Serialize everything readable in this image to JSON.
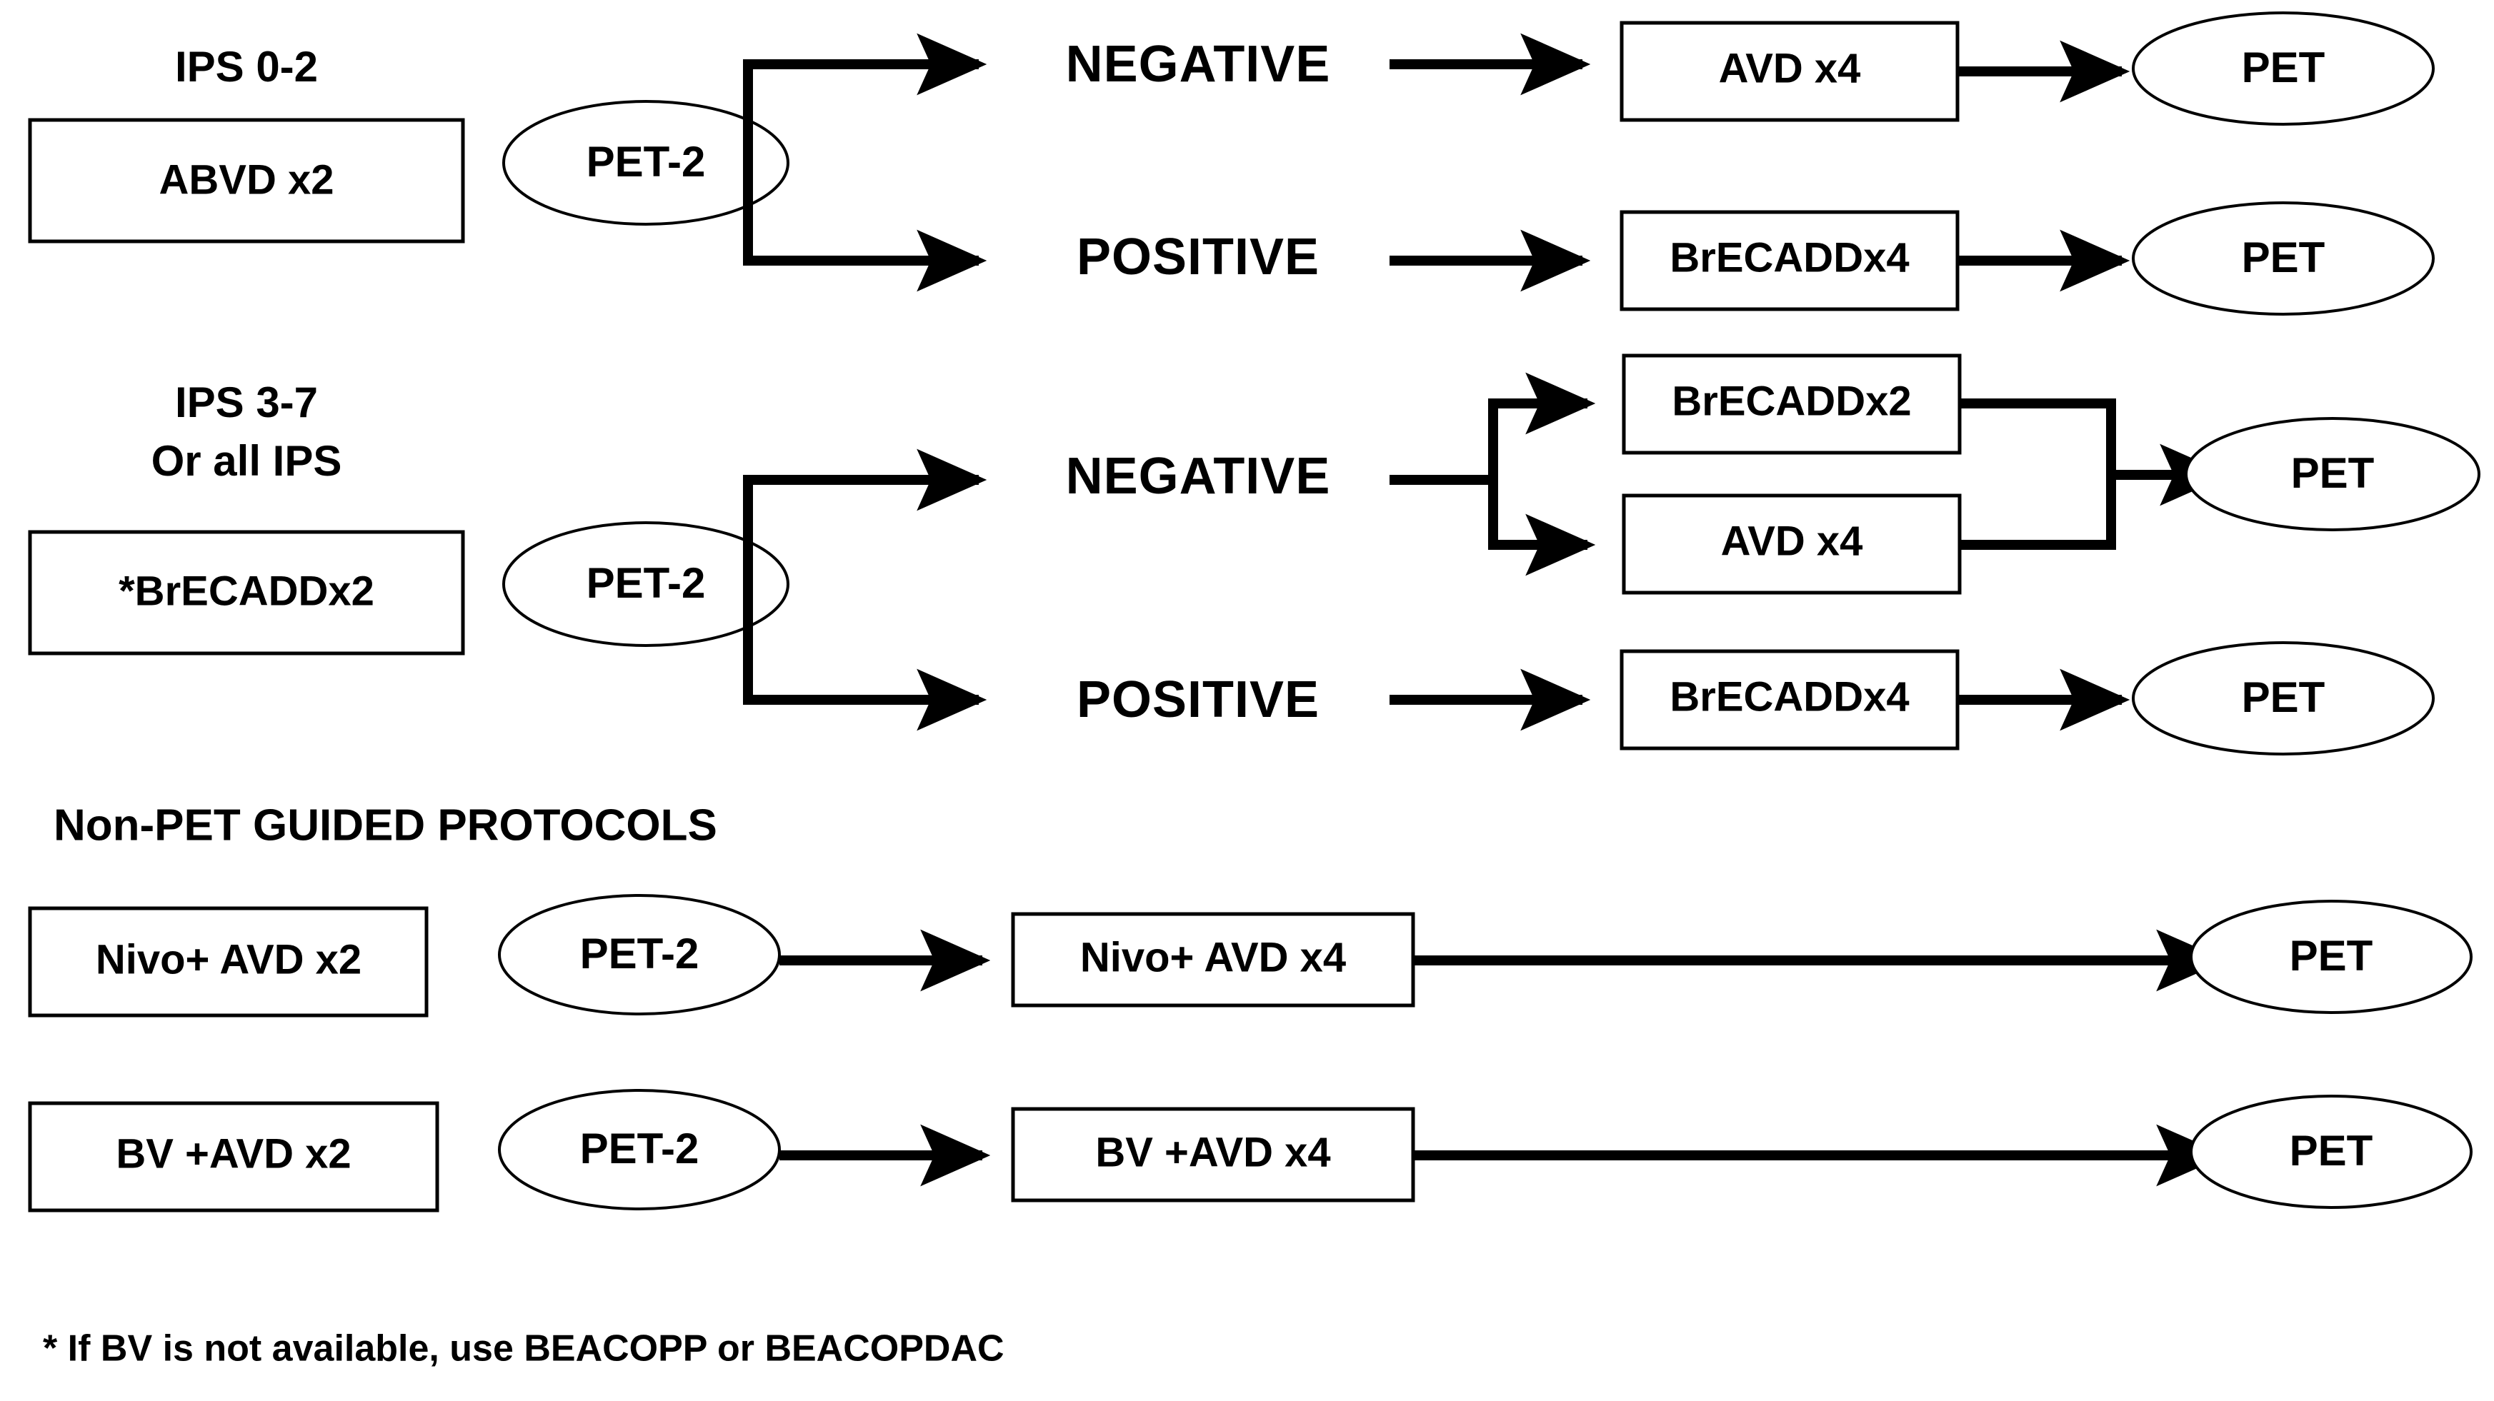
{
  "diagram": {
    "title_present": false,
    "colors": {
      "stroke": "#000000",
      "background": "#ffffff",
      "text": "#000000"
    },
    "groups": [
      {
        "id": "ips-0-2",
        "label_lines": [
          "IPS 0-2"
        ],
        "start_box": "ABVD x2",
        "assessment": "PET-2",
        "branches": [
          {
            "result": "NEGATIVE",
            "treatments": [
              "AVD  x4"
            ],
            "endpoint": "PET"
          },
          {
            "result": "POSITIVE",
            "treatments": [
              "BrECADDx4"
            ],
            "endpoint": "PET"
          }
        ]
      },
      {
        "id": "ips-3-7",
        "label_lines": [
          "IPS 3-7",
          "Or all IPS"
        ],
        "start_box": "*BrECADDx2",
        "assessment": "PET-2",
        "branches": [
          {
            "result": "NEGATIVE",
            "treatments": [
              "BrECADDx2",
              "AVD  x4"
            ],
            "endpoint": "PET"
          },
          {
            "result": "POSITIVE",
            "treatments": [
              "BrECADDx4"
            ],
            "endpoint": "PET"
          }
        ]
      }
    ],
    "non_pet_section": {
      "heading": "Non-PET GUIDED PROTOCOLS",
      "rows": [
        {
          "id": "nivo-avd",
          "start_box": "Nivo+ AVD x2",
          "assessment": "PET-2",
          "treatment": "Nivo+ AVD x4",
          "endpoint": "PET"
        },
        {
          "id": "bv-avd",
          "start_box": "BV +AVD x2",
          "assessment": "PET-2",
          "treatment": "BV +AVD x4",
          "endpoint": "PET"
        }
      ]
    },
    "footnote": "* If BV is not available, use BEACOPP or BEACOPDAC"
  }
}
